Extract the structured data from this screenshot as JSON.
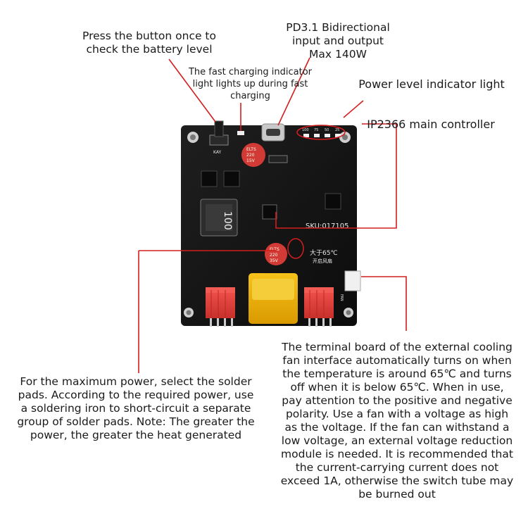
{
  "annotations": {
    "battery_button": "Press the button once to check the battery level",
    "battery_button_lines": [
      "Press the button once to",
      "check the battery level"
    ],
    "pd_io_lines": [
      "PD3.1 Bidirectional",
      "input and output",
      "Max 140W"
    ],
    "fast_charge_lines": [
      "The fast charging indicator",
      "light lights up during fast",
      "charging"
    ],
    "power_level": "Power level indicator light",
    "controller": "IP2366 main controller",
    "solder_pads_lines": [
      "For the maximum power, select the solder",
      "pads. According to the required power, use",
      "a soldering iron to short-circuit a separate",
      "group of solder pads. Note: The greater the",
      "power, the greater the heat generated"
    ],
    "fan_lines": [
      "The terminal board of the external cooling",
      "fan interface automatically turns on when",
      "the temperature is around 65℃ and turns",
      "off when it is below 65℃. When in use,",
      "pay attention to the positive and negative",
      "polarity. Use a fan with a voltage as high",
      "as the voltage. If the fan can withstand a",
      "low voltage, an external voltage reduction",
      "module is needed. It is recommended that",
      "the current-carrying current does not",
      "exceed 1A, otherwise the switch tube may",
      "be burned out"
    ]
  },
  "board_silkscreen": {
    "sku": "SKU:017105",
    "key_label": "KAY",
    "inductor_mark": "100",
    "fan_temp_cn": "大于65℃",
    "fan_on_cn": "开启风扇",
    "fan_label": "FAN",
    "level_marks": [
      "100",
      "75",
      "50",
      "25"
    ],
    "cap_top": [
      "ELTS",
      "220",
      "15V"
    ],
    "cap_bottom": [
      "ELTS",
      "220",
      "35V"
    ]
  },
  "colors": {
    "leader": "#d21e1e",
    "pcb": "#151515",
    "connector_red": "#e8433f",
    "xt60_yellow": "#f2b705"
  }
}
